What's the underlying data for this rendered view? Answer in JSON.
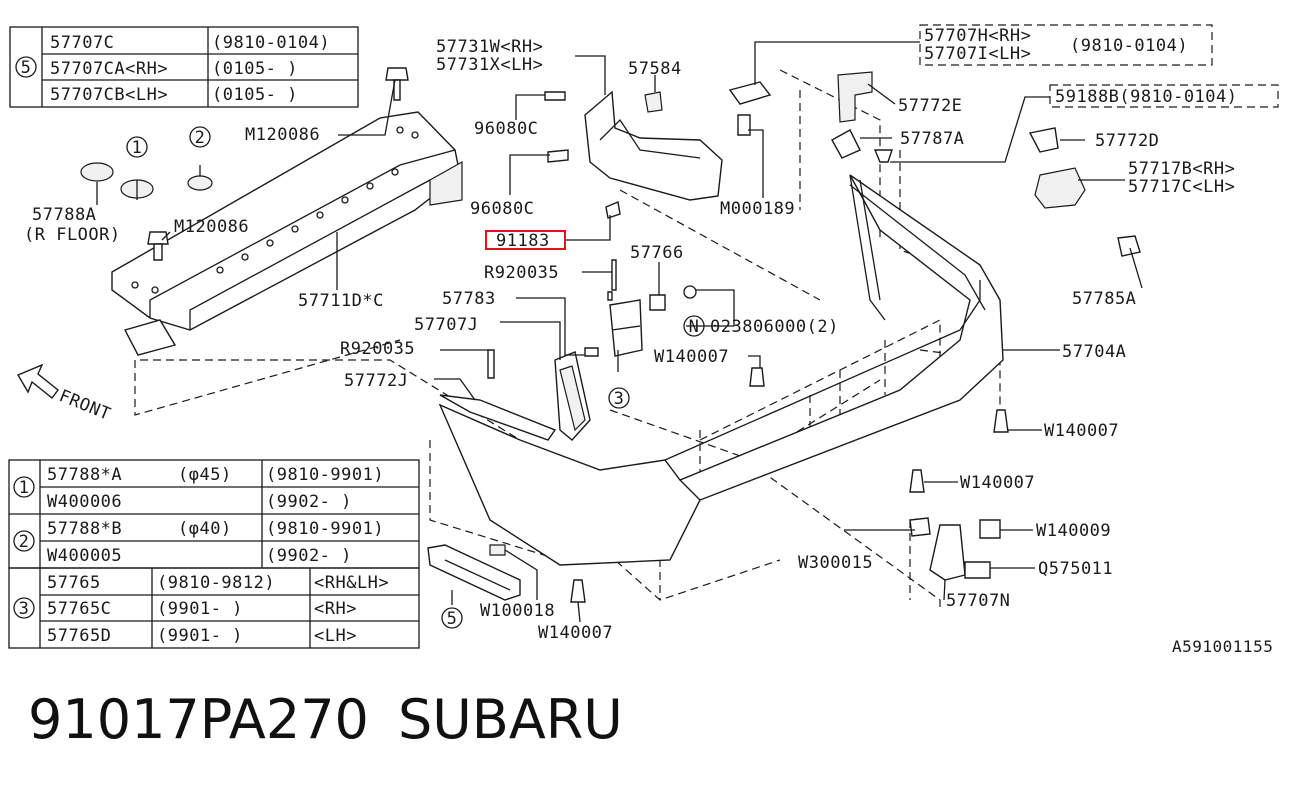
{
  "labels": {
    "l_57731w": "57731W<RH>",
    "l_57731x": "57731X<LH>",
    "l_57584": "57584",
    "l_57707h": "57707H<RH>",
    "l_57707i": "57707I<LH>",
    "l_57707h_date": "(9810-0104)",
    "l_57772e": "57772E",
    "l_59188b": "59188B(9810-0104)",
    "l_57787a": "57787A",
    "l_57772d": "57772D",
    "l_57717b": "57717B<RH>",
    "l_57717c": "57717C<LH>",
    "l_96080c_a": "96080C",
    "l_96080c_b": "96080C",
    "l_m000189": "M000189",
    "l_91183": "91183",
    "l_m120086_a": "M120086",
    "l_m120086_b": "M120086",
    "l_57788a": "57788A",
    "l_rfloor": "(R FLOOR)",
    "l_57711d": "57711D*C",
    "l_57766": "57766",
    "l_r920035_a": "R920035",
    "l_r920035_b": "R920035",
    "l_57783": "57783",
    "l_57707j": "57707J",
    "l_57772j": "57772J",
    "l_023806000": "023806000(2)",
    "l_w140007_a": "W140007",
    "l_w140007_b": "W140007",
    "l_w140007_c": "W140007",
    "l_w140007_d": "W140007",
    "l_57785a": "57785A",
    "l_57704a": "57704A",
    "l_w140009": "W140009",
    "l_w300015": "W300015",
    "l_q575011": "Q575011",
    "l_57707n": "57707N",
    "l_w100018": "W100018",
    "l_front": "FRONT",
    "l_diagram_code": "A591001155"
  },
  "circle_refs": {
    "c1": "1",
    "c2": "2",
    "c3": "3",
    "c5": "5",
    "cn": "N"
  },
  "tables": {
    "t5": {
      "marker": "5",
      "rows": [
        [
          "57707C",
          "(9810-0104)"
        ],
        [
          "57707CA<RH>",
          "(0105-      )"
        ],
        [
          "57707CB<LH>",
          "(0105-      )"
        ]
      ]
    },
    "t12": {
      "group1": {
        "marker": "1",
        "rows": [
          [
            "57788*A",
            "(φ45)",
            "(9810-9901)"
          ],
          [
            "W400006",
            "",
            "(9902-      )"
          ]
        ]
      },
      "group2": {
        "marker": "2",
        "rows": [
          [
            "57788*B",
            "(φ40)",
            "(9810-9901)"
          ],
          [
            "W400005",
            "",
            "(9902-      )"
          ]
        ]
      }
    },
    "t3": {
      "marker": "3",
      "rows": [
        [
          "57765",
          "(9810-9812)",
          "<RH&LH>"
        ],
        [
          "57765C",
          "(9901-      )",
          "<RH>"
        ],
        [
          "57765D",
          "(9901-      )",
          "<LH>"
        ]
      ]
    }
  },
  "footer": {
    "part_number": "91017PA270",
    "brand": "SUBARU"
  },
  "colors": {
    "highlight": "#e0161b",
    "ink": "#1a1a1a"
  }
}
